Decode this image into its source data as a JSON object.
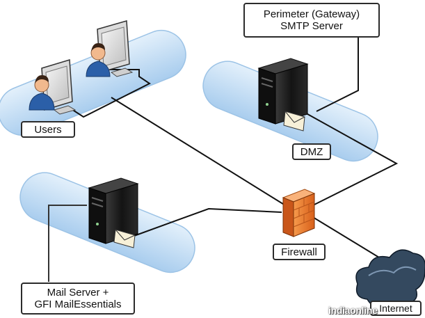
{
  "labels": {
    "users": "Users",
    "dmz": "DMZ",
    "firewall": "Firewall",
    "gateway_line1": "Perimeter (Gateway)",
    "gateway_line2": "SMTP Server",
    "mail_line1": "Mail Server +",
    "mail_line2": "GFI MailEssentials",
    "internet": "Internet"
  },
  "watermark": "indiaonline",
  "colors": {
    "zone_fill": "#bcd9f2",
    "server_body": "#1b1b1b",
    "firewall": "#f07a2a",
    "cloud": "#3a4f6a",
    "line": "#111111",
    "label_border": "#2b2b2b"
  }
}
